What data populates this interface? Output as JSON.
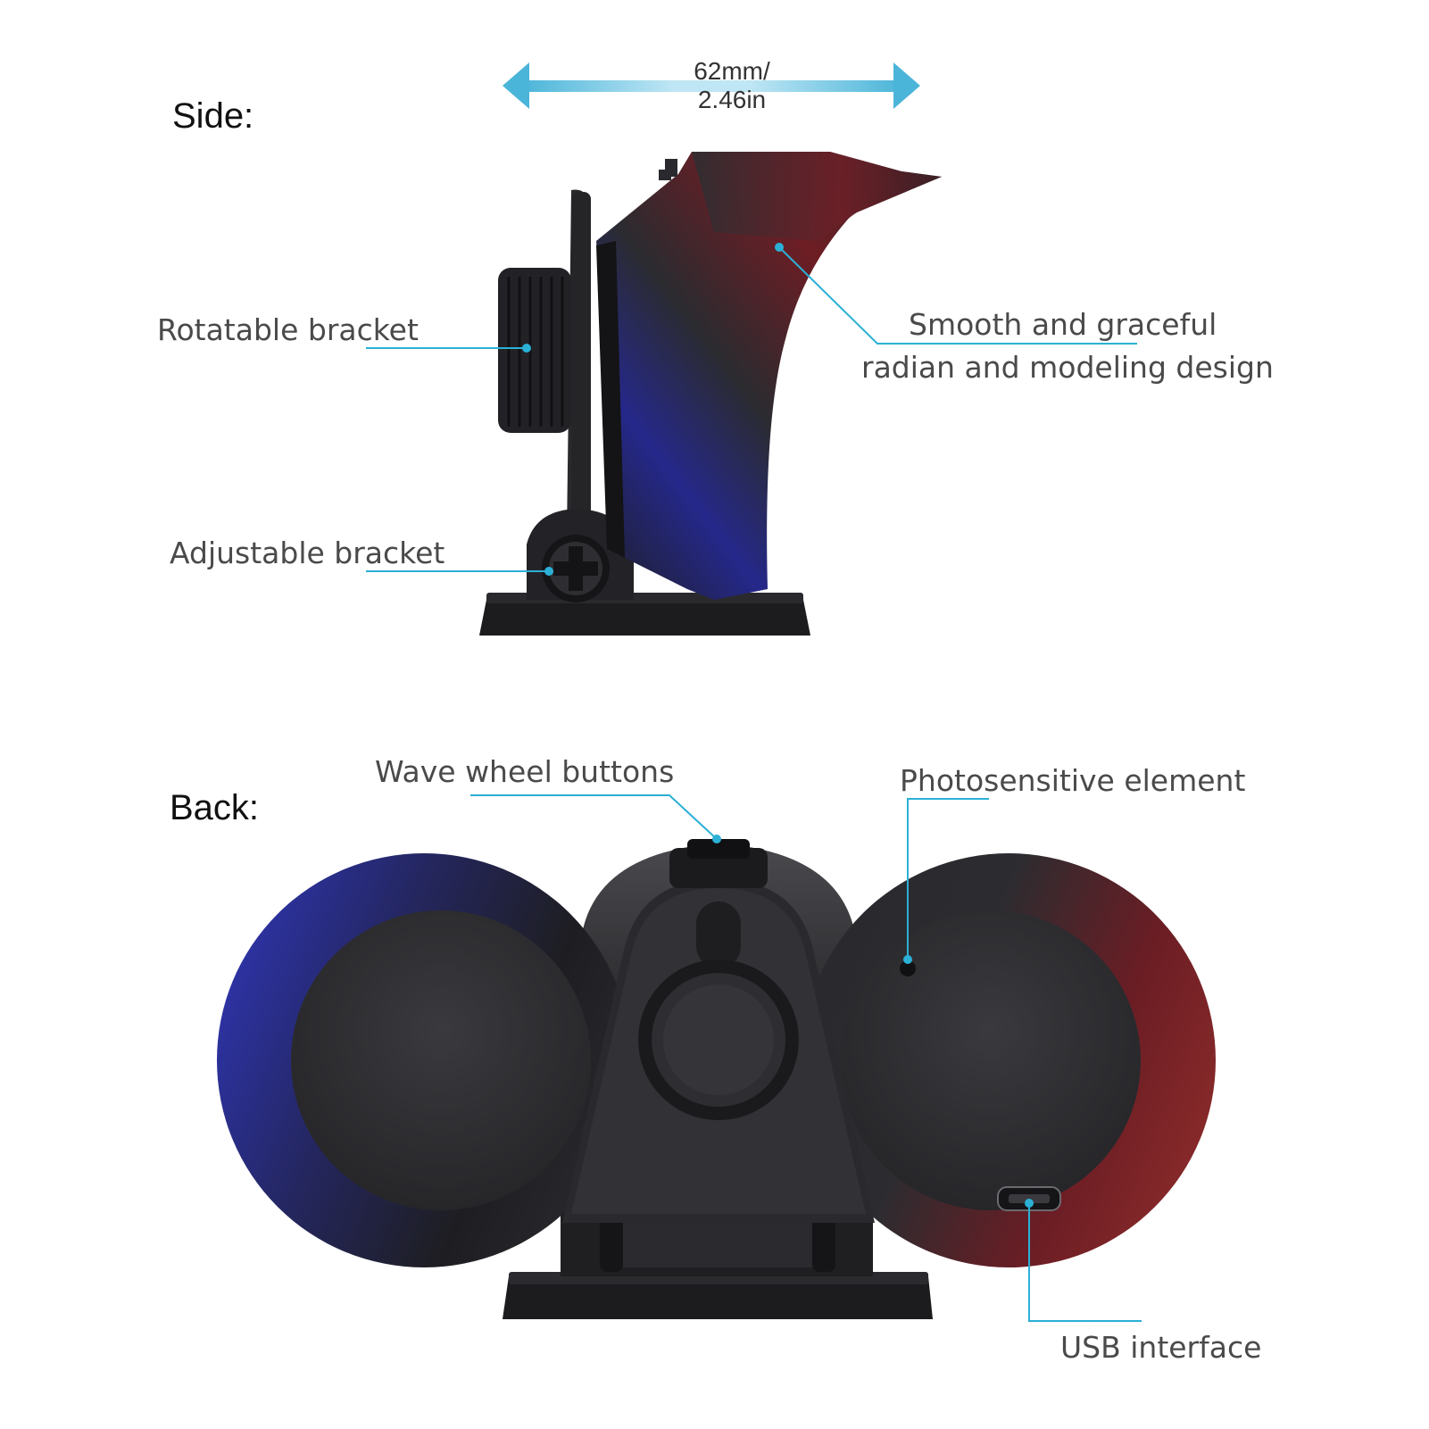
{
  "sections": {
    "side": "Side:",
    "back": "Back:"
  },
  "dimension": {
    "line1": "62mm/",
    "line2": "2.46in"
  },
  "callouts": {
    "rotatable_bracket": "Rotatable bracket",
    "adjustable_bracket": "Adjustable bracket",
    "smooth_line1": "Smooth and graceful",
    "smooth_line2": "radian and modeling design",
    "wave_wheel": "Wave wheel buttons",
    "photosensitive": "Photosensitive element",
    "usb": "USB interface"
  },
  "colors": {
    "callout_line": "#2bb0d6",
    "dimension_arrow": "#4bb5d9",
    "body_dark": "#2c2c2e",
    "accent_blue": "#2a2f8f",
    "accent_red": "#7a2026"
  }
}
